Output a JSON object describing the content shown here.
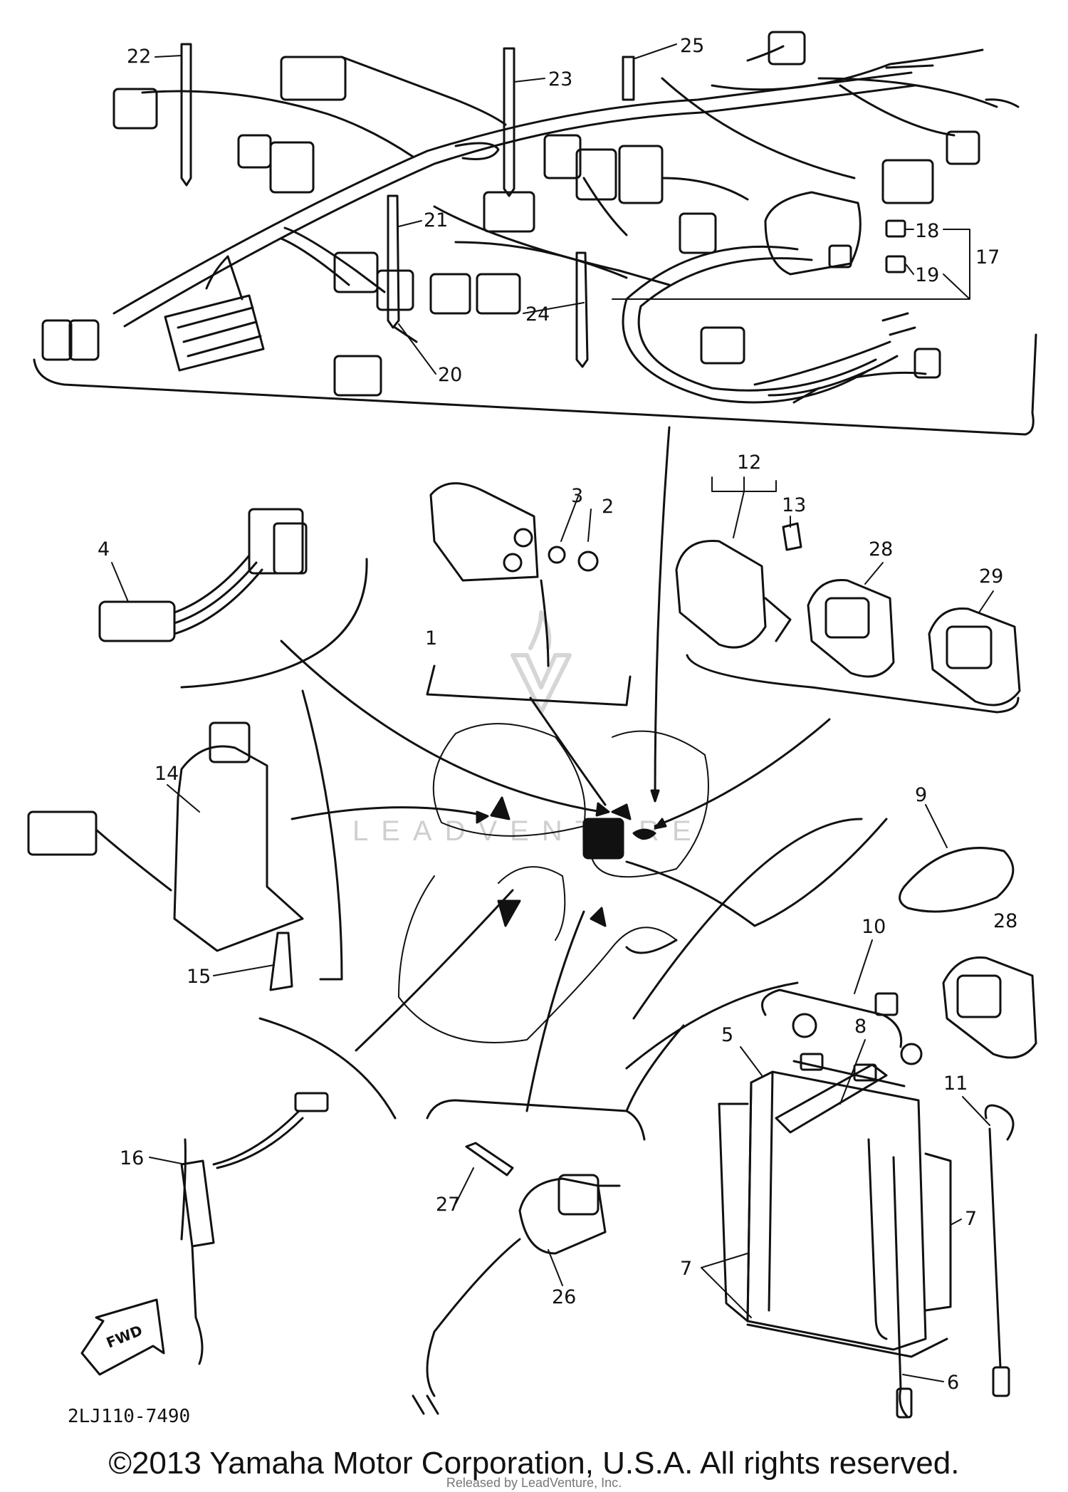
{
  "callouts": [
    {
      "id": "c1",
      "text": "1"
    },
    {
      "id": "c2",
      "text": "2"
    },
    {
      "id": "c3",
      "text": "3"
    },
    {
      "id": "c4",
      "text": "4"
    },
    {
      "id": "c5",
      "text": "5"
    },
    {
      "id": "c6",
      "text": "6"
    },
    {
      "id": "c7a",
      "text": "7"
    },
    {
      "id": "c7b",
      "text": "7"
    },
    {
      "id": "c8",
      "text": "8"
    },
    {
      "id": "c9",
      "text": "9"
    },
    {
      "id": "c10",
      "text": "10"
    },
    {
      "id": "c11",
      "text": "11"
    },
    {
      "id": "c12",
      "text": "12"
    },
    {
      "id": "c13",
      "text": "13"
    },
    {
      "id": "c14",
      "text": "14"
    },
    {
      "id": "c15",
      "text": "15"
    },
    {
      "id": "c16",
      "text": "16"
    },
    {
      "id": "c17",
      "text": "17"
    },
    {
      "id": "c18",
      "text": "18"
    },
    {
      "id": "c19",
      "text": "19"
    },
    {
      "id": "c20",
      "text": "20"
    },
    {
      "id": "c21",
      "text": "21"
    },
    {
      "id": "c22",
      "text": "22"
    },
    {
      "id": "c23",
      "text": "23"
    },
    {
      "id": "c24",
      "text": "24"
    },
    {
      "id": "c25",
      "text": "25"
    },
    {
      "id": "c26",
      "text": "26"
    },
    {
      "id": "c27",
      "text": "27"
    },
    {
      "id": "c28a",
      "text": "28"
    },
    {
      "id": "c28b",
      "text": "28"
    },
    {
      "id": "c29",
      "text": "29"
    }
  ],
  "fwd_label": "FWD",
  "part_number": "2LJ110-7490",
  "watermark": "LEADVENTURE",
  "copyright": "©2013 Yamaha Motor Corporation, U.S.A. All rights reserved.",
  "released_by": "Released by LeadVenture, Inc."
}
